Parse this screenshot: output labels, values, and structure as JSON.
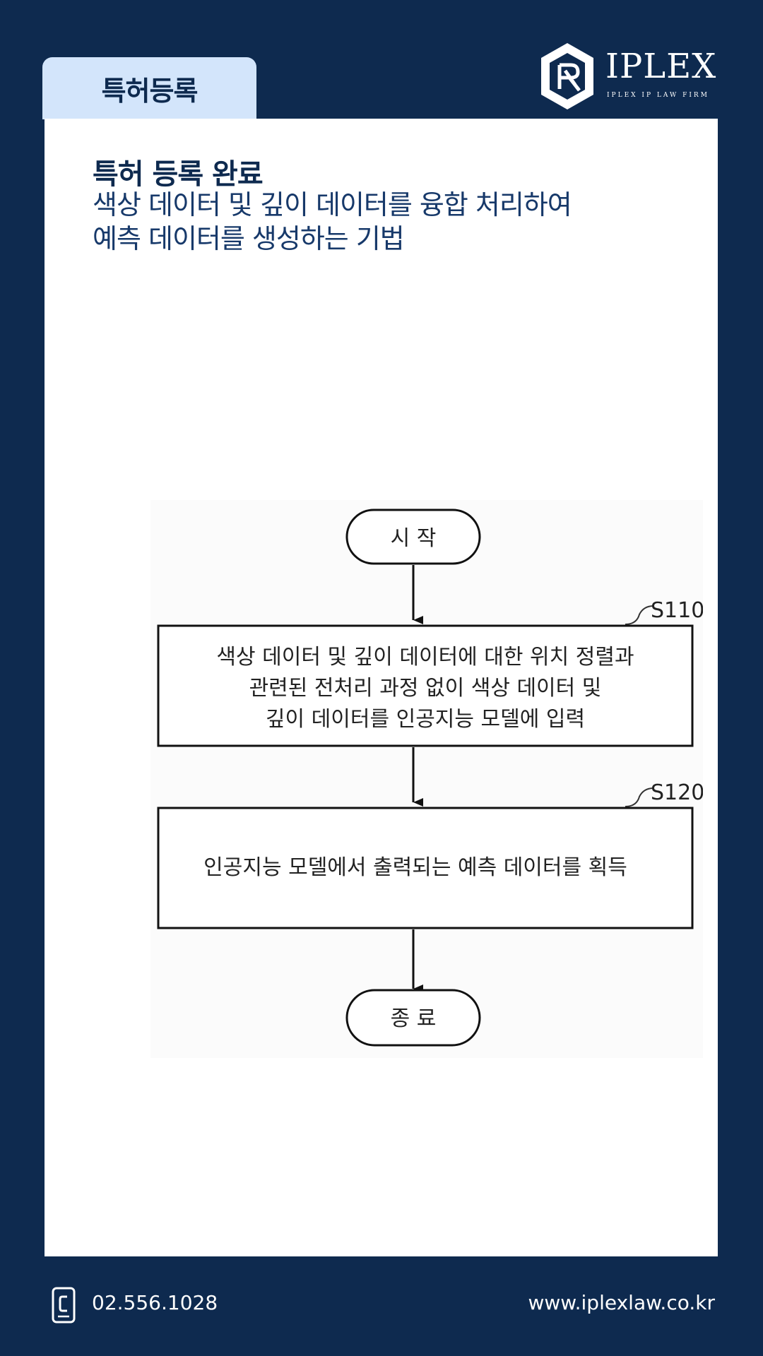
{
  "tab_label": "특허등록",
  "logo": {
    "text": "IPLEX",
    "subtext": "IPLEX IP LAW FIRM"
  },
  "card": {
    "title": "특허 등록 완료",
    "subtitle_line1": "색상 데이터 및 깊이 데이터를 융합 처리하여",
    "subtitle_line2": "예측 데이터를 생성하는 기법"
  },
  "flowchart": {
    "start": "시 작",
    "end": "종 료",
    "steps": [
      {
        "id": "S110",
        "lines": [
          "색상 데이터 및 깊이 데이터에 대한 위치 정렬과",
          "관련된 전처리 과정 없이 색상 데이터 및",
          "깊이 데이터를 인공지능 모델에 입력"
        ]
      },
      {
        "id": "S120",
        "lines": [
          "인공지능 모델에서 출력되는 예측 데이터를 획득"
        ]
      }
    ]
  },
  "footer": {
    "phone": "02.556.1028",
    "website": "www.iplexlaw.co.kr"
  },
  "colors": {
    "background": "#0e2a4f",
    "tab": "#d3e5fb",
    "card": "#ffffff"
  },
  "icons": {
    "phone": "phone-icon",
    "logo": "iplex-logo-icon"
  }
}
